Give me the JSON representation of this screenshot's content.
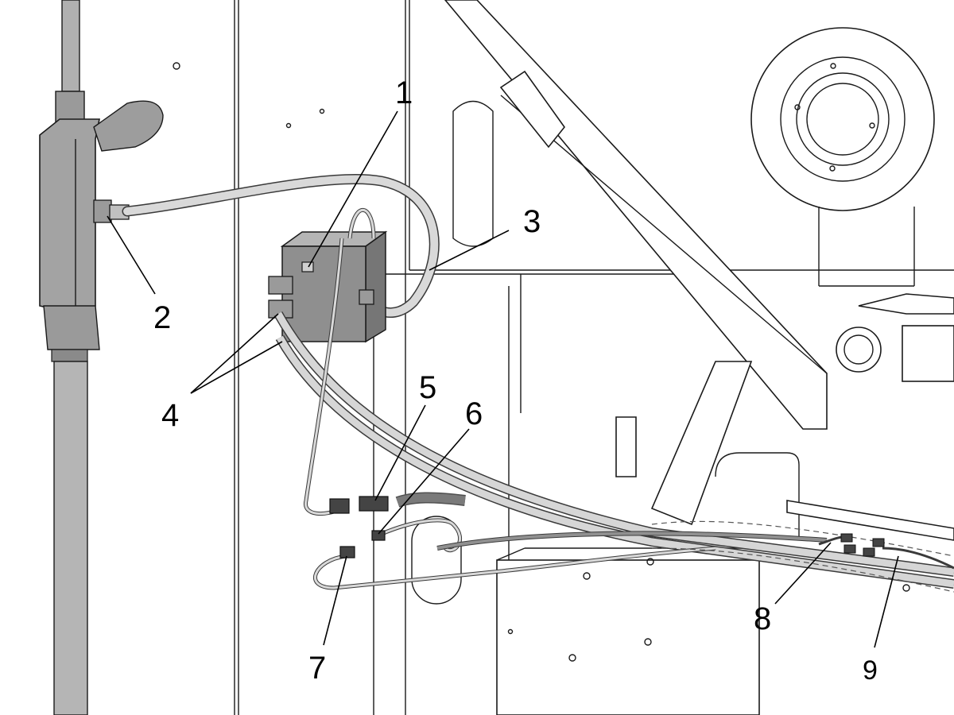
{
  "colors": {
    "background": "#ffffff",
    "line_art": "#1a1a1a",
    "hose": "#cfcfcf",
    "hose_outline": "#3a3a3a",
    "wire_dark": "#707070",
    "wire_light": "#d9d9d9",
    "block": "#8a8a8a",
    "column": "#b0b0b0"
  },
  "callouts": [
    {
      "id": "1",
      "label": "1"
    },
    {
      "id": "2",
      "label": "2"
    },
    {
      "id": "3",
      "label": "3"
    },
    {
      "id": "4",
      "label": "4"
    },
    {
      "id": "5",
      "label": "5"
    },
    {
      "id": "6",
      "label": "6"
    },
    {
      "id": "7",
      "label": "7"
    },
    {
      "id": "8",
      "label": "8"
    },
    {
      "id": "9",
      "label": "9"
    }
  ]
}
